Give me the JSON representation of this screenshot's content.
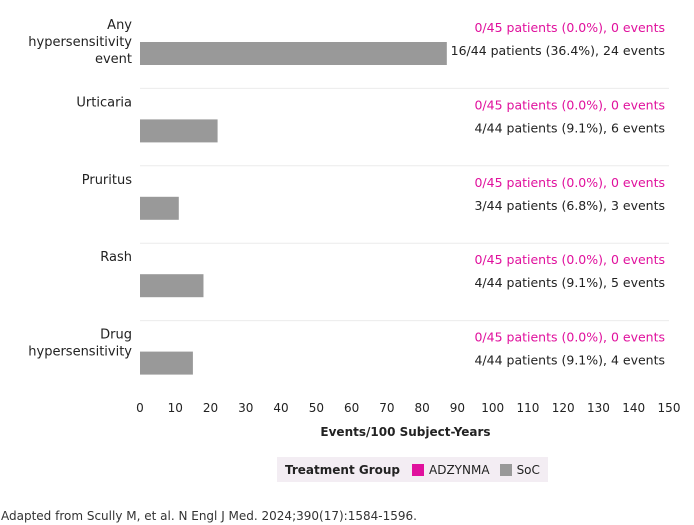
{
  "chart_data": {
    "type": "bar",
    "orientation": "horizontal",
    "categories": [
      [
        "Any",
        "hypersensitivity",
        "event"
      ],
      [
        "Urticaria"
      ],
      [
        "Pruritus"
      ],
      [
        "Rash"
      ],
      [
        "Drug",
        "hypersensitivity"
      ]
    ],
    "series": [
      {
        "name": "ADZYNMA",
        "color": "#e0119d",
        "values": [
          0,
          0,
          0,
          0,
          0
        ],
        "labels": [
          "0/45 patients (0.0%), 0 events",
          "0/45 patients (0.0%), 0 events",
          "0/45 patients (0.0%), 0 events",
          "0/45 patients (0.0%), 0 events",
          "0/45 patients (0.0%), 0 events"
        ]
      },
      {
        "name": "SoC",
        "color": "#999999",
        "values": [
          87,
          22,
          11,
          18,
          15
        ],
        "labels": [
          "16/44 patients (36.4%), 24 events",
          "4/44 patients (9.1%), 6 events",
          "3/44 patients (6.8%), 3 events",
          "4/44 patients (9.1%), 5 events",
          "4/44 patients (9.1%), 4 events"
        ]
      }
    ],
    "xlabel": "Events/100 Subject-Years",
    "xlim": [
      0,
      150
    ],
    "xticks": [
      0,
      10,
      20,
      30,
      40,
      50,
      60,
      70,
      80,
      90,
      100,
      110,
      120,
      130,
      140,
      150
    ],
    "grid": true,
    "legend_position": "bottom"
  },
  "legend": {
    "title": "Treatment Group",
    "items": [
      {
        "label": "ADZYNMA",
        "color": "#e0119d"
      },
      {
        "label": "SoC",
        "color": "#999999"
      }
    ]
  },
  "source": "Adapted from Scully M, et al. N Engl J Med. 2024;390(17):1584-1596."
}
